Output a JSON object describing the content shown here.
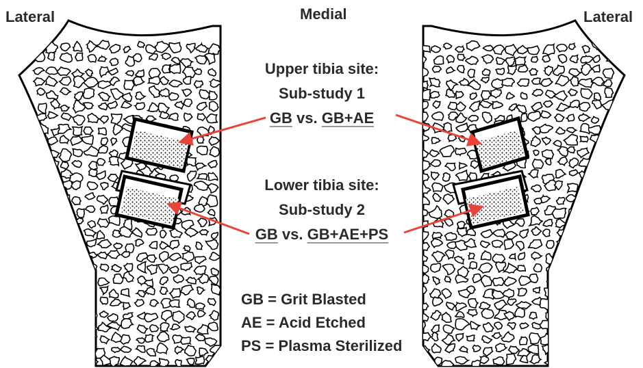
{
  "labels": {
    "lateral_left": "Lateral",
    "medial": "Medial",
    "lateral_right": "Lateral"
  },
  "upper_site": {
    "title": "Upper tibia site:",
    "substudy": "Sub-study 1",
    "group_a": "GB",
    "vs": "vs.",
    "group_b": "GB+AE"
  },
  "lower_site": {
    "title": "Lower tibia site:",
    "substudy": "Sub-study 2",
    "group_a": "GB",
    "vs": "vs.",
    "group_b": "GB+AE+PS"
  },
  "legend": [
    "GB = Grit Blasted",
    "AE = Acid Etched",
    "PS = Plasma Sterilized"
  ],
  "colors": {
    "arrow": "#e8443a",
    "outline": "#000000",
    "text": "#2a2a2a"
  }
}
